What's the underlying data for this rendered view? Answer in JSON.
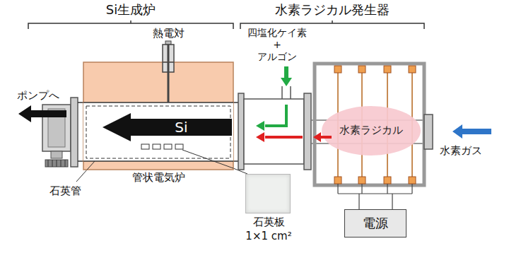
{
  "diagram": {
    "nodes": [
      {
        "text": [
          "管状電気炉"
        ]
      },
      {
        "text": [
          "Si"
        ],
        "in": 0
      },
      {
        "text": [
          "水素ラジカル"
        ]
      },
      {
        "text": [
          "電源"
        ]
      },
      {
        "text": [
          "石英板 1×1 cm²"
        ]
      }
    ],
    "labels": [
      "Si生成炉",
      "水素ラジカル発生器",
      "熱電対",
      "四塩化ケイ素",
      "+",
      "アルゴン",
      "ポンプへ",
      "石英管",
      "水素ガス"
    ]
  }
}
